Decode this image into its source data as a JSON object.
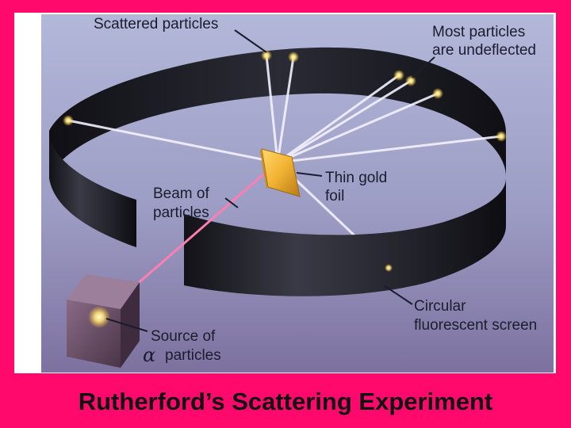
{
  "caption": "Rutherford’s Scattering Experiment",
  "labels": {
    "scattered": "Scattered particles",
    "undeflected_1": "Most particles",
    "undeflected_2": "are undeflected",
    "foil_1": "Thin gold",
    "foil_2": "foil",
    "beam_1": "Beam of",
    "beam_2": "particles",
    "screen_1": "Circular",
    "screen_2": "fluorescent screen",
    "source_1": "Source of",
    "source_alpha": "α",
    "source_2": "particles"
  },
  "colors": {
    "border": "#ff0a6c",
    "background_top": "#b3b8d9",
    "background_bottom": "#7d719f",
    "screen_band": "#1b1b22",
    "foil": "#f2b233",
    "beam": "#ff7fb0",
    "source_box": "#6a4f6a",
    "text": "#1a1d2e"
  }
}
